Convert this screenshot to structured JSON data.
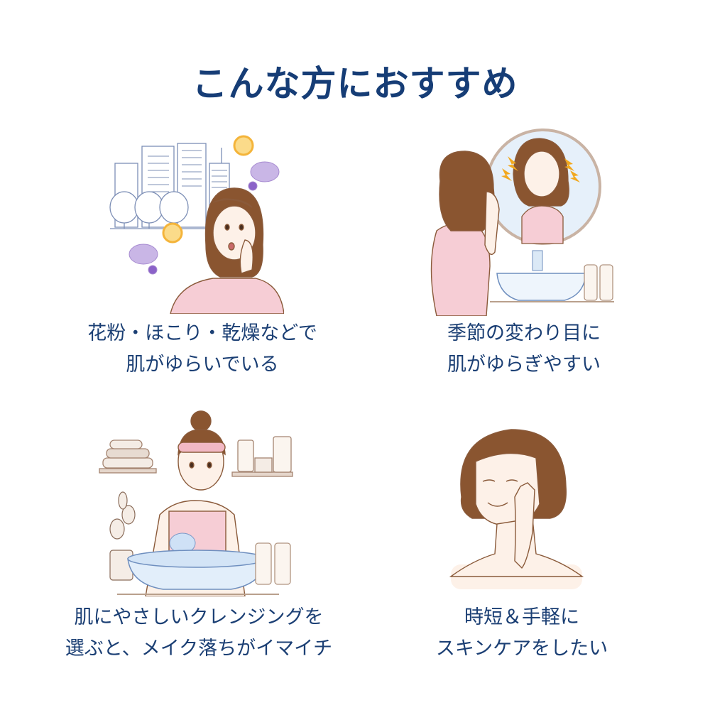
{
  "header": {
    "title": "こんな方におすすめ"
  },
  "colors": {
    "title": "#163d76",
    "caption": "#1b3f74",
    "hair": "#8a5530",
    "skin": "#fdf1e8",
    "outline": "#9a6a4a",
    "pink_top": "#f6cdd5",
    "sun": "#f4b43a",
    "cloud": "#b9a3dd",
    "building": "#7d8fb6",
    "water": "#d8e8f6",
    "bolt": "#f2a81e"
  },
  "items": [
    {
      "illustration": "woman-pollen-dust-city-illustration",
      "caption_line1": "花粉・ほこり・乾燥などで",
      "caption_line2": "肌がゆらいでいる"
    },
    {
      "illustration": "woman-mirror-sink-illustration",
      "caption_line1": "季節の変わり目に",
      "caption_line2": "肌がゆらぎやすい"
    },
    {
      "illustration": "woman-washing-face-basin-illustration",
      "caption_line1": "肌にやさしいクレンジングを",
      "caption_line2": "選ぶと、メイク落ちがイマイチ"
    },
    {
      "illustration": "woman-touching-cheek-illustration",
      "caption_line1": "時短＆手軽に",
      "caption_line2": "スキンケアをしたい"
    }
  ]
}
